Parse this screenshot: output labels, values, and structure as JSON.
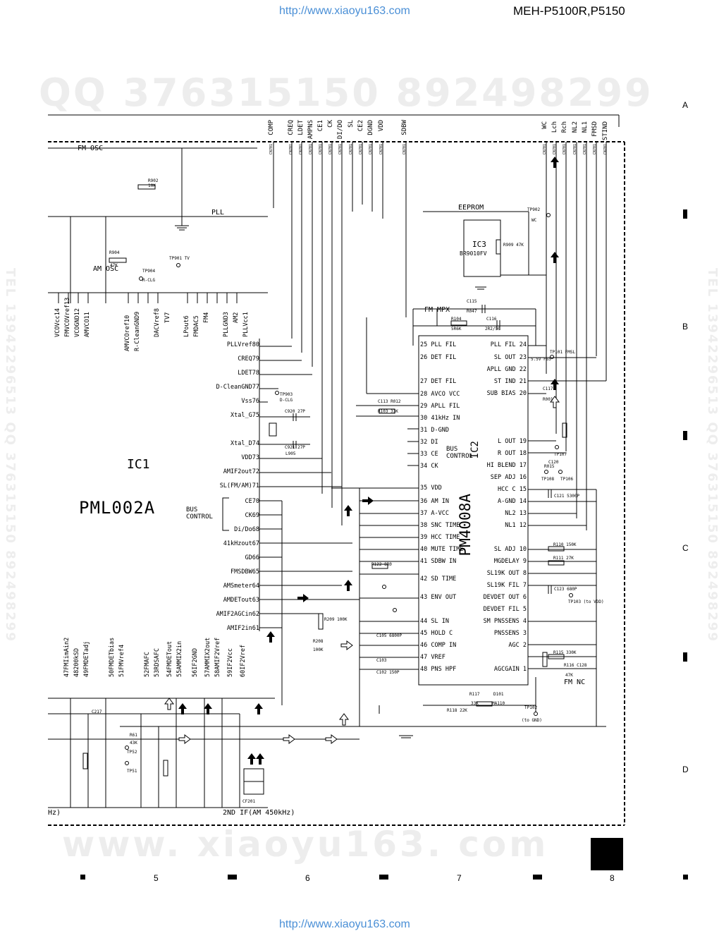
{
  "header": {
    "url_top": "http://www.xiaoyu163.com",
    "model": "MEH-P5100R,P5150",
    "url_bottom": "http://www.xiaoyu163.com"
  },
  "watermarks": {
    "qq": "QQ 376315150  892498299",
    "www": "www. xiaoyu163. com",
    "tel_side": "TEL 13942296513  QQ 376315150  892498299"
  },
  "grid": {
    "rows": [
      "A",
      "B",
      "C",
      "D"
    ],
    "cols": [
      "5",
      "6",
      "7",
      "8"
    ]
  },
  "blocks": {
    "fm_osc": "FM OSC",
    "am_osc": "AM OSC",
    "pll": "PLL",
    "eeprom": "EEPROM",
    "fm_mpx": "FM MPX",
    "bus_control_left": "BUS\nCONTROL",
    "bus_control_right": "BUS\nCONTROL",
    "fm_nc": "FM NC",
    "second_if": "2ND IF(AM 450kHz)",
    "hz_fragment": "Hz)"
  },
  "ic1": {
    "ref": "IC1",
    "part": "PML002A",
    "left_pins": [
      {
        "label": "PLLVref",
        "num": "80"
      },
      {
        "label": "CREQ",
        "num": "79"
      },
      {
        "label": "LDET",
        "num": "78"
      },
      {
        "label": "D-CleanGND",
        "num": "77"
      },
      {
        "label": "Vss",
        "num": "76"
      },
      {
        "label": "Xtal_G",
        "num": "75"
      },
      {
        "label": "Xtal_D",
        "num": "74"
      },
      {
        "label": "VDD",
        "num": "73"
      },
      {
        "label": "AMIF2out",
        "num": "72"
      },
      {
        "label": "SL(FM/AM)",
        "num": "71"
      },
      {
        "label": "CE",
        "num": "70"
      },
      {
        "label": "CK",
        "num": "69"
      },
      {
        "label": "Di/Do",
        "num": "68"
      },
      {
        "label": "41kHzout",
        "num": "67"
      },
      {
        "label": "GD",
        "num": "66"
      },
      {
        "label": "FMSDBW",
        "num": "65"
      },
      {
        "label": "AMSmeter",
        "num": "64"
      },
      {
        "label": "AMDETout",
        "num": "63"
      },
      {
        "label": "AMIF2AGCin",
        "num": "62"
      },
      {
        "label": "AMIF2in",
        "num": "61"
      }
    ],
    "top_pins": [
      {
        "label": "VCOVcc",
        "num": "14"
      },
      {
        "label": "FMVCOVref",
        "num": "13"
      },
      {
        "label": "VCOGND",
        "num": "12"
      },
      {
        "label": "AMVCO",
        "num": "11"
      },
      {
        "label": "AMVCOref",
        "num": "10"
      },
      {
        "label": "R-CleanGND",
        "num": "9"
      },
      {
        "label": "DACVref",
        "num": "8"
      },
      {
        "label": "TV",
        "num": "7"
      },
      {
        "label": "LPout",
        "num": "6"
      },
      {
        "label": "FMDAC",
        "num": "5"
      },
      {
        "label": "FM",
        "num": "4"
      },
      {
        "label": "PLLGND",
        "num": "3"
      },
      {
        "label": "AM",
        "num": "2"
      },
      {
        "label": "PLLVcc",
        "num": "1"
      }
    ],
    "bottom_pins": [
      {
        "label": "47FMIimAin2"
      },
      {
        "label": "48200kSD"
      },
      {
        "label": "49FMDETadj"
      },
      {
        "label": "50FMDETbias"
      },
      {
        "label": "51FMVref4"
      },
      {
        "label": "52FMAFC"
      },
      {
        "label": "53RDSAFC"
      },
      {
        "label": "54FMDETout"
      },
      {
        "label": "55AMMIX2in"
      },
      {
        "label": "56IF2GND"
      },
      {
        "label": "57AMMIX2out"
      },
      {
        "label": "58AMIF2Vref"
      },
      {
        "label": "59IF2Vcc"
      },
      {
        "label": "60IF2Vref"
      }
    ]
  },
  "ic2": {
    "ref": "IC2",
    "part": "PM4008A",
    "left_pins": [
      {
        "num": "25",
        "label": "PLL FIL"
      },
      {
        "num": "26",
        "label": "DET FIL"
      },
      {
        "num": "27",
        "label": "DET FIL"
      },
      {
        "num": "28",
        "label": "AVCO VCC"
      },
      {
        "num": "29",
        "label": "APLL FIL"
      },
      {
        "num": "30",
        "label": "41kHz IN"
      },
      {
        "num": "31",
        "label": "D-GND"
      },
      {
        "num": "32",
        "label": "DI"
      },
      {
        "num": "33",
        "label": "CE"
      },
      {
        "num": "34",
        "label": "CK"
      },
      {
        "num": "35",
        "label": "VDD"
      },
      {
        "num": "36",
        "label": "AM IN"
      },
      {
        "num": "37",
        "label": "A-VCC"
      },
      {
        "num": "38",
        "label": "SNC TIME"
      },
      {
        "num": "39",
        "label": "HCC TIME"
      },
      {
        "num": "40",
        "label": "MUTE TIME"
      },
      {
        "num": "41",
        "label": "SDBW IN"
      },
      {
        "num": "42",
        "label": "SD TIME"
      },
      {
        "num": "43",
        "label": "ENV OUT"
      },
      {
        "num": "44",
        "label": "SL IN"
      },
      {
        "num": "45",
        "label": "HOLD C"
      },
      {
        "num": "46",
        "label": "COMP IN"
      },
      {
        "num": "47",
        "label": "VREF"
      },
      {
        "num": "48",
        "label": "PNS HPF"
      }
    ],
    "right_pins": [
      {
        "label": "PLL FIL",
        "num": "24"
      },
      {
        "label": "SL OUT",
        "num": "23"
      },
      {
        "label": "APLL GND",
        "num": "22"
      },
      {
        "label": "ST IND",
        "num": "21"
      },
      {
        "label": "SUB BIAS",
        "num": "20"
      },
      {
        "label": "L OUT",
        "num": "19"
      },
      {
        "label": "R OUT",
        "num": "18"
      },
      {
        "label": "HI BLEND",
        "num": "17"
      },
      {
        "label": "SEP ADJ",
        "num": "16"
      },
      {
        "label": "HCC C",
        "num": "15"
      },
      {
        "label": "A-GND",
        "num": "14"
      },
      {
        "label": "NL2",
        "num": "13"
      },
      {
        "label": "NL1",
        "num": "12"
      },
      {
        "label": "SL ADJ",
        "num": "10"
      },
      {
        "label": "MGDELAY",
        "num": "9"
      },
      {
        "label": "SL19K OUT",
        "num": "8"
      },
      {
        "label": "SL19K FIL",
        "num": "7"
      },
      {
        "label": "DEVDET OUT",
        "num": "6"
      },
      {
        "label": "DEVDET FIL",
        "num": "5"
      },
      {
        "label": "SM PNSSENS",
        "num": "4"
      },
      {
        "label": "PNSSENS",
        "num": "3"
      },
      {
        "label": "AGC",
        "num": "2"
      },
      {
        "label": "AGCGAIN",
        "num": "1"
      }
    ]
  },
  "ic3": {
    "ref": "IC3",
    "part": "BR9010FV"
  },
  "connector_top": [
    {
      "label": "COMP",
      "cn": "CN701"
    },
    {
      "label": "CREQ",
      "cn": "CN701"
    },
    {
      "label": "LDET",
      "cn": "CN701"
    },
    {
      "label": "AMPNS",
      "cn": "CN701"
    },
    {
      "label": "CE1",
      "cn": "CN701"
    },
    {
      "label": "CK",
      "cn": "CN701"
    },
    {
      "label": "DI/DO",
      "cn": "CN701"
    },
    {
      "label": "SL",
      "cn": "CN701"
    },
    {
      "label": "CE2",
      "cn": "CN701"
    },
    {
      "label": "DGND",
      "cn": "CN701"
    },
    {
      "label": "VDD",
      "cn": "CN701"
    },
    {
      "label": "SDBW",
      "cn": "CN701"
    }
  ],
  "connector_right": [
    {
      "label": "WC",
      "cn": "CN701"
    },
    {
      "label": "Lch",
      "cn": "CN701"
    },
    {
      "label": "Rch",
      "cn": "CN701"
    },
    {
      "label": "NL2",
      "cn": "CN701"
    },
    {
      "label": "NL1",
      "cn": "CN701"
    },
    {
      "label": "FMSD",
      "cn": "CN701"
    },
    {
      "label": "STIND",
      "cn": "CN701"
    }
  ],
  "components": [
    {
      "ref": "C115"
    },
    {
      "ref": "R047"
    },
    {
      "ref": "R104",
      "value": "5R6K"
    },
    {
      "ref": "C116",
      "value": "2R2/50"
    },
    {
      "ref": "R902",
      "value": "10K"
    },
    {
      "ref": "R904",
      "value": "47K"
    },
    {
      "ref": "C920",
      "value": "27P"
    },
    {
      "ref": "C921",
      "value": "27P"
    },
    {
      "ref": "L905"
    },
    {
      "ref": "TP901",
      "value": "TV"
    },
    {
      "ref": "TP903",
      "value": "D-CLG"
    },
    {
      "ref": "TP902",
      "value": "WC"
    },
    {
      "ref": "R909",
      "value": "47K"
    },
    {
      "ref": "TP904",
      "value": "R-CLG"
    },
    {
      "ref": "C121",
      "value": "5300P"
    },
    {
      "ref": "C123",
      "value": "680P"
    },
    {
      "ref": "R110",
      "value": "150K"
    },
    {
      "ref": "R111",
      "value": "27K"
    },
    {
      "ref": "R115",
      "value": "330K"
    },
    {
      "ref": "R116",
      "value": "47K"
    },
    {
      "ref": "C128"
    },
    {
      "ref": "R117",
      "value": "33K"
    },
    {
      "ref": "D101",
      "value": "MA110"
    },
    {
      "ref": "R118",
      "value": "22K"
    },
    {
      "ref": "TP102",
      "value": "(to GND)"
    },
    {
      "ref": "CF201"
    },
    {
      "ref": "C217"
    },
    {
      "ref": "R61",
      "value": "43K"
    },
    {
      "ref": "TP52"
    },
    {
      "ref": "TP51"
    },
    {
      "ref": "R209",
      "value": "100K"
    },
    {
      "ref": "R208",
      "value": "100K"
    },
    {
      "ref": "D101"
    },
    {
      "ref": "C105",
      "value": "6800P"
    },
    {
      "ref": "C102",
      "value": "150P"
    },
    {
      "ref": "C103"
    },
    {
      "ref": "R122",
      "value": "8R0"
    },
    {
      "ref": "R103",
      "value": "33K"
    },
    {
      "ref": "C113"
    },
    {
      "ref": "R012"
    }
  ],
  "ic2_right_labels": {
    "sl_out_note": "5.5V F65",
    "tp101": "TP101 FMSL",
    "tp103": "TP103 (to VDD)",
    "tp106": "TP106",
    "tp108": "TP108",
    "tp107": "TP107",
    "r015": "R015",
    "c120": "C120",
    "c117": "C117",
    "r001": "R001"
  }
}
